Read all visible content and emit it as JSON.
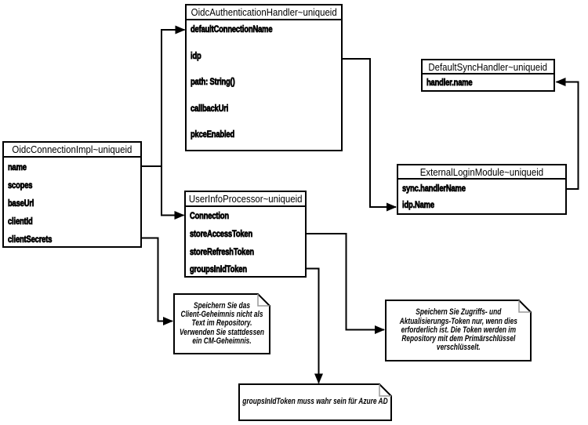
{
  "diagram": {
    "type": "uml-class-diagram",
    "colors": {
      "line": "#000000",
      "fill": "#ffffff",
      "fold": "#999999"
    },
    "classes": [
      {
        "title": "OidcAuthenticationHandler~uniqueid",
        "fields": [
          "defaultConnectionName",
          "idp",
          "path: String()",
          "callbackUri",
          "pkceEnabled"
        ]
      },
      {
        "title": "OidcConnectionImpl~uniqueid",
        "fields": [
          "name",
          "scopes",
          "baseUrl",
          "clientId",
          "clientSecrets"
        ]
      },
      {
        "title": "UserInfoProcessor~uniqueid",
        "fields": [
          "Connection",
          "storeAccessToken",
          "storeRefreshToken",
          "groupsInIdToken"
        ]
      },
      {
        "title": "DefaultSyncHandler~uniqueid",
        "fields": [
          "handler.name"
        ]
      },
      {
        "title": "ExternalLoginModule~uniqueid",
        "fields": [
          "sync.handlerName",
          "idp.Name"
        ]
      }
    ],
    "notes": [
      {
        "text": "Speichern Sie das\nClient-Geheimnis nicht als\nText im Repository.\nVerwenden Sie stattdessen\nein CM-Geheimnis."
      },
      {
        "text": "Speichern Sie Zugriffs- und\nAktualisierungs-Token nur, wenn dies\nerforderlich ist. Die Token werden im\nRepository mit dem Primärschlüssel\nverschlüsselt."
      },
      {
        "text": "groupsInIdToken muss wahr sein für Azure AD"
      }
    ],
    "edges": [
      {
        "from": "OidcConnectionImpl.name",
        "to": "OidcAuthenticationHandler.defaultConnectionName"
      },
      {
        "from": "OidcConnectionImpl.name",
        "to": "UserInfoProcessor.Connection"
      },
      {
        "from": "OidcConnectionImpl.clientSecrets",
        "to": "note-client-secret"
      },
      {
        "from": "OidcAuthenticationHandler.idp",
        "to": "ExternalLoginModule.idp.Name"
      },
      {
        "from": "ExternalLoginModule.sync.handlerName",
        "to": "DefaultSyncHandler.handler.name"
      },
      {
        "from": "UserInfoProcessor.storeAccessToken",
        "to": "note-tokens"
      },
      {
        "from": "UserInfoProcessor.groupsInIdToken",
        "to": "note-azure"
      }
    ]
  }
}
